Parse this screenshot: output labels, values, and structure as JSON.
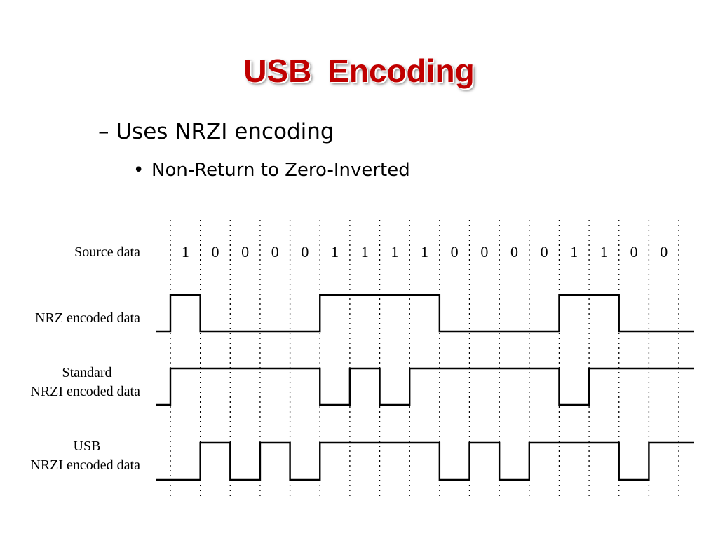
{
  "slide": {
    "title": "USB  Encoding",
    "bullet_level1": "– Uses NRZI encoding",
    "bullet_level2": "Non-Return to Zero-Inverted",
    "bullet_level2_marker": "•"
  },
  "diagram": {
    "labels": {
      "source": "Source data",
      "nrz": "NRZ encoded data",
      "standard_line1": "Standard",
      "standard_line2": "NRZI encoded data",
      "usb_line1": "USB",
      "usb_line2": "NRZI encoded data"
    },
    "source_bits": [
      "1",
      "0",
      "0",
      "0",
      "0",
      "1",
      "1",
      "1",
      "1",
      "0",
      "0",
      "0",
      "0",
      "1",
      "1",
      "0",
      "0"
    ],
    "waveforms": {
      "nrz": [
        1,
        0,
        0,
        0,
        0,
        1,
        1,
        1,
        1,
        0,
        0,
        0,
        0,
        1,
        1,
        0,
        0
      ],
      "standard_nrzi": [
        1,
        1,
        1,
        1,
        1,
        0,
        1,
        0,
        1,
        1,
        1,
        1,
        1,
        0,
        1,
        1,
        1
      ],
      "usb_nrzi": [
        0,
        1,
        0,
        1,
        0,
        1,
        1,
        1,
        1,
        0,
        1,
        0,
        1,
        1,
        1,
        0,
        1
      ]
    }
  }
}
